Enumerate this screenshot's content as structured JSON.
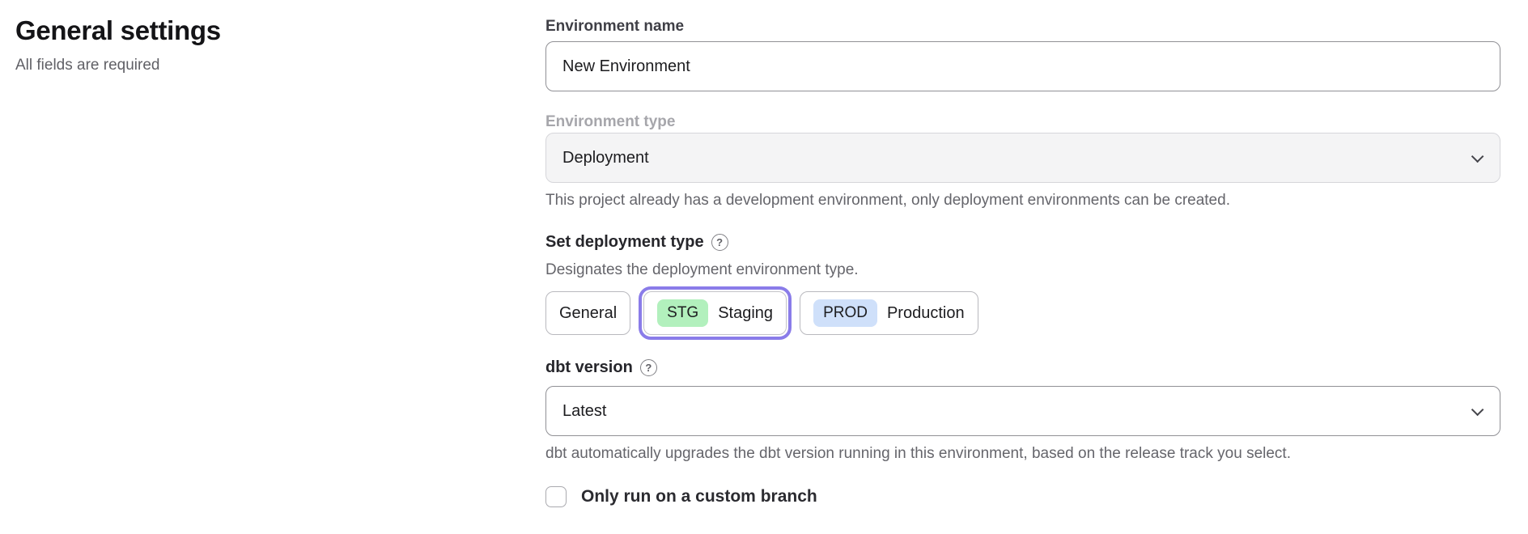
{
  "page": {
    "title": "General settings",
    "subtitle": "All fields are required"
  },
  "form": {
    "environment_name": {
      "label": "Environment name",
      "value": "New Environment"
    },
    "environment_type": {
      "label": "Environment type",
      "value": "Deployment",
      "disabled": true,
      "helper": "This project already has a development environment, only deployment environments can be created."
    },
    "deployment_type": {
      "label": "Set deployment type",
      "description": "Designates the deployment environment type.",
      "options": [
        {
          "label": "General",
          "badge": "",
          "selected": false
        },
        {
          "label": "Staging",
          "badge": "STG",
          "badge_color": "#b2f0bd",
          "selected": true
        },
        {
          "label": "Production",
          "badge": "PROD",
          "badge_color": "#cfe0fa",
          "selected": false
        }
      ]
    },
    "dbt_version": {
      "label": "dbt version",
      "value": "Latest",
      "helper": "dbt automatically upgrades the dbt version running in this environment, based on the release track you select."
    },
    "custom_branch": {
      "label": "Only run on a custom branch",
      "checked": false
    }
  },
  "icons": {
    "help_glyph": "?"
  },
  "colors": {
    "accent_purple": "#8a7ce9",
    "badge_green": "#b2f0bd",
    "badge_blue": "#cfe0fa",
    "disabled_bg": "#f4f4f5"
  }
}
